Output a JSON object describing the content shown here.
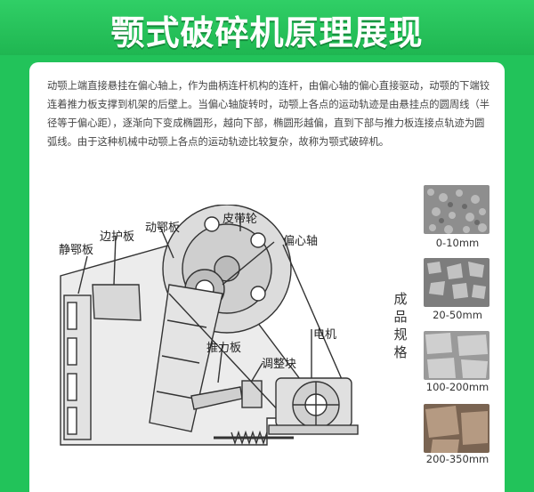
{
  "title": "颚式破碎机原理展现",
  "description": "动颚上端直接悬挂在偏心轴上，作为曲柄连杆机构的连杆，由偏心轴的偏心直接驱动，动颚的下端铰连着推力板支撑到机架的后壁上。当偏心轴旋转时，动颚上各点的运动轨迹是由悬挂点的圆周线（半径等于偏心距），逐渐向下变成椭圆形，越向下部，椭圆形越偏，直到下部与推力板连接点轨迹为圆弧线。由于这种机械中动颚上各点的运动轨迹比较复杂，故称为颚式破碎机。",
  "diagram": {
    "labels": {
      "static_plate": "静鄂板",
      "side_plate": "边护板",
      "moving_plate": "动鄂板",
      "pulley": "皮带轮",
      "eccentric_shaft": "偏心轴",
      "toggle_plate": "推力板",
      "adjust_block": "调整块",
      "motor": "电机"
    }
  },
  "specs": {
    "title": "成品规格",
    "sizes": [
      "0-10mm",
      "20-50mm",
      "100-200mm",
      "200-350mm"
    ]
  },
  "colors": {
    "background": "#22c35a",
    "card": "#ffffff",
    "title_text": "#ffffff"
  }
}
